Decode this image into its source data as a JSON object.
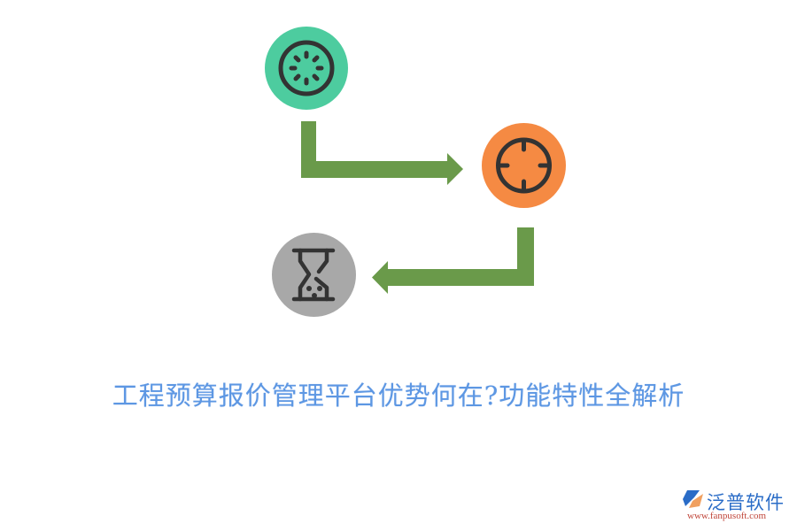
{
  "diagram": {
    "nodes": [
      {
        "id": "step-1",
        "icon": "loading-spinner-icon",
        "color": "#4dcc9f"
      },
      {
        "id": "step-2",
        "icon": "crosshair-target-icon",
        "color": "#f58a43"
      },
      {
        "id": "step-3",
        "icon": "hourglass-icon",
        "color": "#a8a8a8"
      }
    ],
    "edges": [
      {
        "from": "step-1",
        "to": "step-2",
        "color": "#6a9a4a"
      },
      {
        "from": "step-2",
        "to": "step-3",
        "color": "#6a9a4a"
      }
    ],
    "icon_stroke_color": "#333333"
  },
  "title": "工程预算报价管理平台优势何在?功能特性全解析",
  "title_color": "#5d97e3",
  "logo": {
    "name": "泛普软件",
    "url": "www.fanpusoft.com"
  }
}
